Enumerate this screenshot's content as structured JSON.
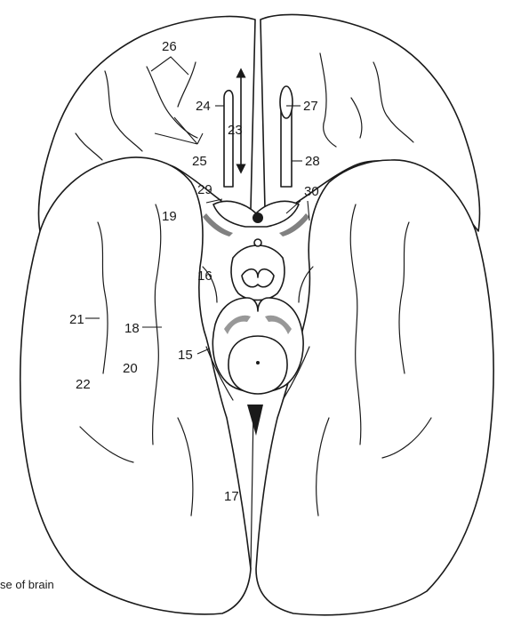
{
  "figure": {
    "caption": "se of brain",
    "labels": {
      "l15": "15",
      "l16": "16",
      "l17": "17",
      "l18": "18",
      "l19": "19",
      "l20": "20",
      "l21": "21",
      "l22": "22",
      "l23": "23",
      "l24": "24",
      "l25": "25",
      "l26": "26",
      "l27": "27",
      "l28": "28",
      "l29": "29",
      "l30": "30"
    }
  }
}
